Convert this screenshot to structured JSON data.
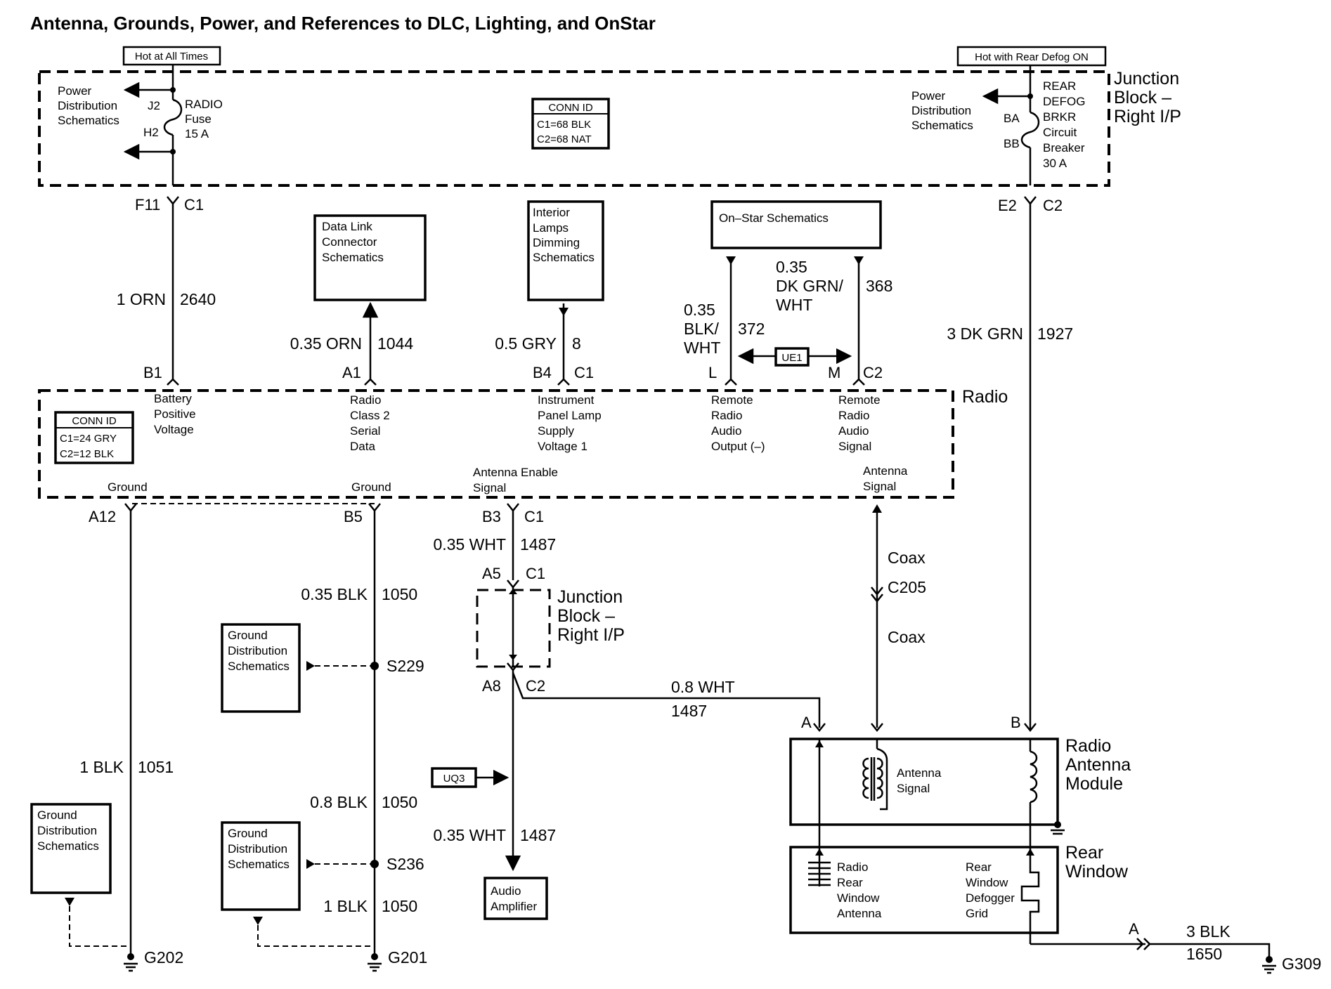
{
  "title": "Antenna, Grounds, Power, and References to DLC, Lighting, and OnStar",
  "tags": {
    "hot_all_times": "Hot at All Times",
    "hot_rear_defog": "Hot with Rear Defog ON"
  },
  "junction_block_top": {
    "name": [
      "Junction",
      "Block –",
      "Right I/P"
    ],
    "conn_id_title": "CONN ID",
    "conn_id_lines": [
      "C1=68 BLK",
      "C2=68 NAT"
    ],
    "power_dist_left": [
      "Power",
      "Distribution",
      "Schematics"
    ],
    "power_dist_right": [
      "Power",
      "Distribution",
      "Schematics"
    ],
    "fuse_pin_top": "J2",
    "fuse_pin_bottom": "H2",
    "fuse_label": [
      "RADIO",
      "Fuse",
      "15 A"
    ],
    "breaker_pin_top": "BA",
    "breaker_pin_bottom": "BB",
    "breaker_label": [
      "REAR",
      "DEFOG",
      "BRKR",
      "Circuit",
      "Breaker",
      "30 A"
    ]
  },
  "connectors_top": {
    "f11": "F11",
    "c1": "C1",
    "e2": "E2",
    "c2": "C2"
  },
  "wires": {
    "orn_2640": {
      "gauge": "1 ORN",
      "circuit": "2640"
    },
    "orn_1044": {
      "gauge": "0.35 ORN",
      "circuit": "1044"
    },
    "gry_8": {
      "gauge": "0.5 GRY",
      "circuit": "8"
    },
    "blkwht_372": {
      "gauge": [
        "0.35",
        "BLK/",
        "WHT"
      ],
      "circuit": "372"
    },
    "dkgrn_368": {
      "gauge": [
        "0.35",
        "DK GRN/",
        "WHT"
      ],
      "circuit": "368"
    },
    "dkgrn_1927": {
      "gauge": "3 DK GRN",
      "circuit": "1927"
    },
    "wht_1487_a": {
      "gauge": "0.35 WHT",
      "circuit": "1487"
    },
    "blk_1050_a": {
      "gauge": "0.35 BLK",
      "circuit": "1050"
    },
    "blk_1051": {
      "gauge": "1 BLK",
      "circuit": "1051"
    },
    "blk_1050_b": {
      "gauge": "0.8 BLK",
      "circuit": "1050"
    },
    "blk_1050_c": {
      "gauge": "1 BLK",
      "circuit": "1050"
    },
    "wht_1487_b": {
      "gauge": "0.35 WHT",
      "circuit": "1487"
    },
    "wht_1487_c": {
      "gauge": "0.8 WHT",
      "circuit": "1487"
    },
    "blk_1650": {
      "gauge": "3 BLK",
      "circuit": "1650"
    }
  },
  "schematic_boxes": {
    "dlc": [
      "Data Link",
      "Connector",
      "Schematics"
    ],
    "dimming": [
      "Interior",
      "Lamps",
      "Dimming",
      "Schematics"
    ],
    "onstar": "On–Star Schematics",
    "ground_dist_1": [
      "Ground",
      "Distribution",
      "Schematics"
    ],
    "ground_dist_2": [
      "Ground",
      "Distribution",
      "Schematics"
    ],
    "ground_dist_3": [
      "Ground",
      "Distribution",
      "Schematics"
    ],
    "audio_amp": [
      "Audio",
      "Amplifier"
    ]
  },
  "radio": {
    "name": "Radio",
    "conn_id_title": "CONN ID",
    "conn_id_lines": [
      "C1=24 GRY",
      "C2=12 BLK"
    ],
    "pins_top": {
      "b1": "B1",
      "a1": "A1",
      "b4": "B4",
      "c1": "C1",
      "l": "L",
      "m": "M",
      "c2": "C2"
    },
    "pins_bottom": {
      "a12": "A12",
      "b5": "B5",
      "b3": "B3",
      "c1": "C1"
    },
    "func_battery": [
      "Battery",
      "Positive",
      "Voltage"
    ],
    "func_serial": [
      "Radio",
      "Class 2",
      "Serial",
      "Data"
    ],
    "func_lamp": [
      "Instrument",
      "Panel Lamp",
      "Supply",
      "Voltage 1"
    ],
    "func_audio_out": [
      "Remote",
      "Radio",
      "Audio",
      "Output (–)"
    ],
    "func_audio_sig": [
      "Remote",
      "Radio",
      "Audio",
      "Signal"
    ],
    "ground_1": "Ground",
    "ground_2": "Ground",
    "antenna_enable": [
      "Antenna Enable",
      "Signal"
    ],
    "antenna_signal": [
      "Antenna",
      "Signal"
    ]
  },
  "option_tags": {
    "ue1": "UE1",
    "uq3": "UQ3"
  },
  "junction_block_mid": {
    "name": [
      "Junction",
      "Block –",
      "Right I/P"
    ],
    "a5": "A5",
    "c1": "C1",
    "a8": "A8",
    "c2": "C2"
  },
  "coax": {
    "upper": "Coax",
    "connector": "C205",
    "lower": "Coax"
  },
  "splices": {
    "s229": "S229",
    "s236": "S236"
  },
  "grounds": {
    "g202": "G202",
    "g201": "G201",
    "g309": "G309"
  },
  "antenna_module": {
    "name": [
      "Radio",
      "Antenna",
      "Module"
    ],
    "pin_a": "A",
    "pin_b": "B",
    "inner": [
      "Antenna",
      "Signal"
    ]
  },
  "rear_window": {
    "name": [
      "Rear",
      "Window"
    ],
    "antenna": [
      "Radio",
      "Rear",
      "Window",
      "Antenna"
    ],
    "defogger": [
      "Rear",
      "Window",
      "Defogger",
      "Grid"
    ],
    "pin_a": "A"
  }
}
